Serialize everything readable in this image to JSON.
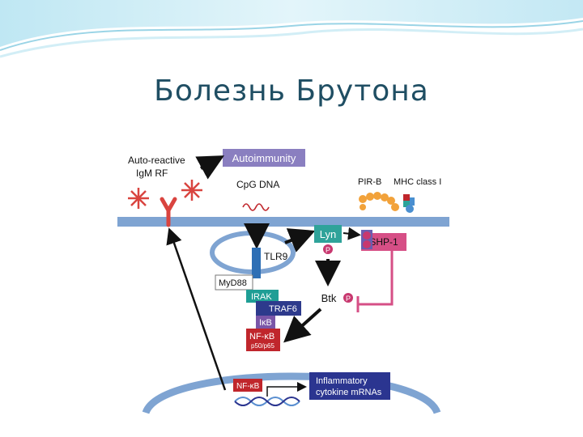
{
  "slide": {
    "title": "Болезнь Брутона"
  },
  "diagram": {
    "labels": {
      "auto_reactive": "Auto-reactive",
      "igm_rf": "IgM RF",
      "autoimmunity": "Autoimmunity",
      "cpg_dna": "CpG DNA",
      "pir_b": "PIR-B",
      "mhc_class_i": "MHC class I",
      "lyn": "Lyn",
      "shp1": "SHP-1",
      "tlr9": "TLR9",
      "myd88": "MyD88",
      "irak": "IRAK",
      "traf6": "TRAF6",
      "ikb": "IκB",
      "nfkb": "NF-κB",
      "p50p65": "p50/p65",
      "btk": "Btk",
      "nfkb_nuclear": "NF-κB",
      "inflammatory": "Inflammatory",
      "cytokine_mrnas": "cytokine mRNAs",
      "phospho": "P"
    },
    "colors": {
      "membrane": "#7fa4d2",
      "autoimmunity_box": "#8a7fc0",
      "lyn_box": "#2fa39a",
      "shp1_box": "#d64f86",
      "phospho": "#c8386f",
      "tlr9": "#2e6fb5",
      "irak": "#1f9e95",
      "traf6": "#2d3a8c",
      "ikb": "#7a56a8",
      "nfkb": "#c0262c",
      "inflammatory_box": "#2b3590",
      "igm": "#d9443f",
      "pir_b": "#f2a23a"
    }
  }
}
